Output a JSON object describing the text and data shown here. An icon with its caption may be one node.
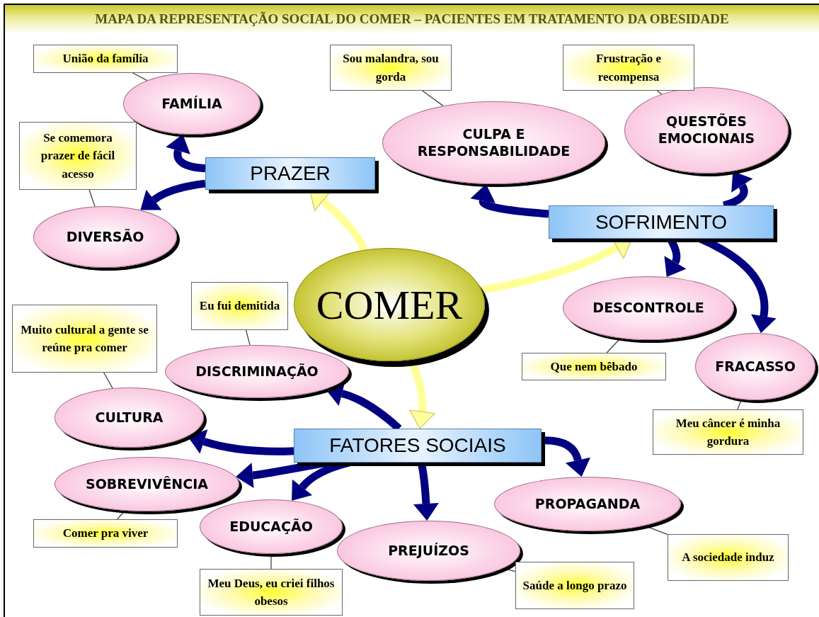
{
  "diagram": {
    "title": "MAPA DA REPRESENTAÇÃO SOCIAL DO COMER – PACIENTES EM TRATAMENTO DA OBESIDADE",
    "nodes": [
      {
        "text": [
          "COMER"
        ]
      },
      {
        "text": [
          "PRAZER"
        ]
      },
      {
        "text": [
          "SOFRIMENTO"
        ]
      },
      {
        "text": [
          "FATORES SOCIAIS"
        ]
      },
      {
        "text": [
          "FAMÍLIA"
        ]
      },
      {
        "text": [
          "DIVERSÃO"
        ]
      },
      {
        "text": [
          "CULPA E RESPONSABILIDADE"
        ]
      },
      {
        "text": [
          "QUESTÕES EMOCIONAIS"
        ]
      },
      {
        "text": [
          "DESCONTROLE"
        ]
      },
      {
        "text": [
          "FRACASSO"
        ]
      },
      {
        "text": [
          "DISCRIMINAÇÃO"
        ]
      },
      {
        "text": [
          "CULTURA"
        ]
      },
      {
        "text": [
          "SOBREVIVÊNCIA"
        ]
      },
      {
        "text": [
          "EDUCAÇÃO"
        ]
      },
      {
        "text": [
          "PREJUÍZOS"
        ]
      },
      {
        "text": [
          "PROPAGANDA"
        ]
      },
      {
        "text": [
          "União da família"
        ]
      },
      {
        "text": [
          "Se comemora prazer de fácil acesso"
        ]
      },
      {
        "text": [
          "Sou malandra, sou gorda"
        ]
      },
      {
        "text": [
          "Frustração e recompensa"
        ]
      },
      {
        "text": [
          "Eu fui demitida"
        ]
      },
      {
        "text": [
          "Muito cultural a gente se reúne pra comer"
        ]
      },
      {
        "text": [
          "Que nem bêbado"
        ]
      },
      {
        "text": [
          "Meu câncer é minha gordura"
        ]
      },
      {
        "text": [
          "Comer pra viver"
        ]
      },
      {
        "text": [
          "Meu Deus, eu criei filhos obesos"
        ]
      },
      {
        "text": [
          "Saúde a longo prazo"
        ]
      },
      {
        "text": [
          "A sociedade induz"
        ]
      }
    ],
    "edges": [
      {
        "from": 0,
        "to": 1,
        "arrow": "to",
        "color": "#ffff99"
      },
      {
        "from": 0,
        "to": 2,
        "arrow": "to",
        "color": "#ffff99"
      },
      {
        "from": 0,
        "to": 3,
        "arrow": "to",
        "color": "#ffff99"
      },
      {
        "from": 1,
        "to": 4,
        "arrow": "to",
        "color": "#000080"
      },
      {
        "from": 1,
        "to": 5,
        "arrow": "to",
        "color": "#000080"
      },
      {
        "from": 2,
        "to": 6,
        "arrow": "to",
        "color": "#000080"
      },
      {
        "from": 2,
        "to": 7,
        "arrow": "to",
        "color": "#000080"
      },
      {
        "from": 2,
        "to": 8,
        "arrow": "to",
        "color": "#000080"
      },
      {
        "from": 2,
        "to": 9,
        "arrow": "to",
        "color": "#000080"
      },
      {
        "from": 3,
        "to": 10,
        "arrow": "to",
        "color": "#000080"
      },
      {
        "from": 3,
        "to": 11,
        "arrow": "to",
        "color": "#000080"
      },
      {
        "from": 3,
        "to": 12,
        "arrow": "to",
        "color": "#000080"
      },
      {
        "from": 3,
        "to": 13,
        "arrow": "to",
        "color": "#000080"
      },
      {
        "from": 3,
        "to": 14,
        "arrow": "to",
        "color": "#000080"
      },
      {
        "from": 3,
        "to": 15,
        "arrow": "to",
        "color": "#000080"
      },
      {
        "from": 16,
        "to": 4,
        "arrow": "none"
      },
      {
        "from": 17,
        "to": 5,
        "arrow": "none"
      },
      {
        "from": 18,
        "to": 6,
        "arrow": "none"
      },
      {
        "from": 19,
        "to": 7,
        "arrow": "none"
      },
      {
        "from": 20,
        "to": 10,
        "arrow": "none"
      },
      {
        "from": 21,
        "to": 11,
        "arrow": "none"
      },
      {
        "from": 22,
        "to": 8,
        "arrow": "none"
      },
      {
        "from": 23,
        "to": 9,
        "arrow": "none"
      },
      {
        "from": 24,
        "to": 12,
        "arrow": "none"
      },
      {
        "from": 25,
        "to": 13,
        "arrow": "none"
      },
      {
        "from": 26,
        "to": 14,
        "arrow": "none"
      },
      {
        "from": 27,
        "to": 15,
        "arrow": "none"
      }
    ]
  }
}
